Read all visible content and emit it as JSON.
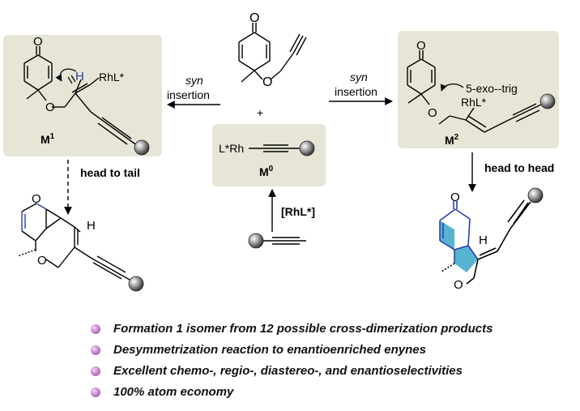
{
  "colors": {
    "panel": "#e7e6d6",
    "ring_blue": "#2a3fa8",
    "highlight": "#3aa7c9"
  },
  "intermediates": {
    "m1": {
      "label": "M",
      "superscript": "1",
      "ligand": "RhL*",
      "h": "H"
    },
    "m0": {
      "label": "M",
      "superscript": "0",
      "reagent": "L*Rh"
    },
    "m2": {
      "label": "M",
      "superscript": "2",
      "ligand": "RhL*",
      "cyclization": "5-exo--trig"
    }
  },
  "center": {
    "plus": "+",
    "catalyst": "[RhL*]"
  },
  "arrows": {
    "left": {
      "line1": "syn",
      "line2": "insertion"
    },
    "right": {
      "line1": "syn",
      "line2": "insertion"
    },
    "down_left": "head to tail",
    "down_right": "head to head"
  },
  "atoms": {
    "O": "O",
    "H": "H"
  },
  "bullets": [
    "Formation 1 isomer from 12 possible cross-dimerization products",
    "Desymmetrization reaction to enantioenriched enynes",
    "Excellent chemo-, regio-, diastereo-, and enantioselectivities",
    "100% atom economy"
  ]
}
